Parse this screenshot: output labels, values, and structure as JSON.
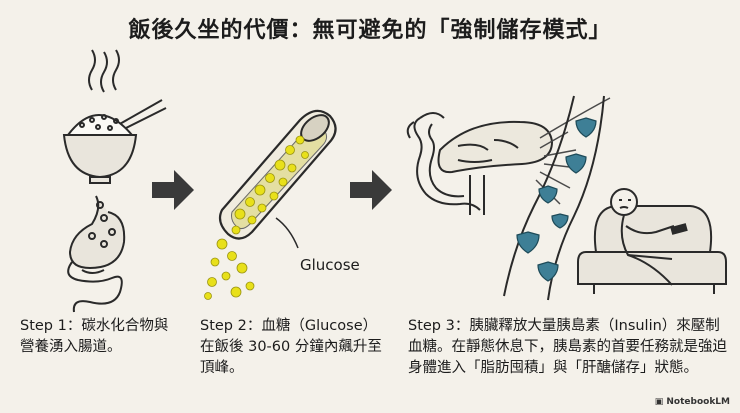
{
  "title": "飯後久坐的代價：無可避免的「強制儲存模式」",
  "glucose_label": "Glucose",
  "steps": [
    {
      "text": "Step 1：碳水化合物與營養湧入腸道。"
    },
    {
      "text": "Step 2：血糖（Glucose）在飯後 30-60 分鐘內飆升至頂峰。"
    },
    {
      "text": "Step 3：胰臟釋放大量胰島素（Insulin）來壓制血糖。在靜態休息下，胰島素的首要任務就是強迫身體進入「脂肪囤積」與「肝醣儲存」狀態。"
    }
  ],
  "watermark": "NotebookLM",
  "colors": {
    "glucose": "#e8e01a",
    "insulin": "#3e7f96",
    "arrow": "#3a3a3a"
  }
}
